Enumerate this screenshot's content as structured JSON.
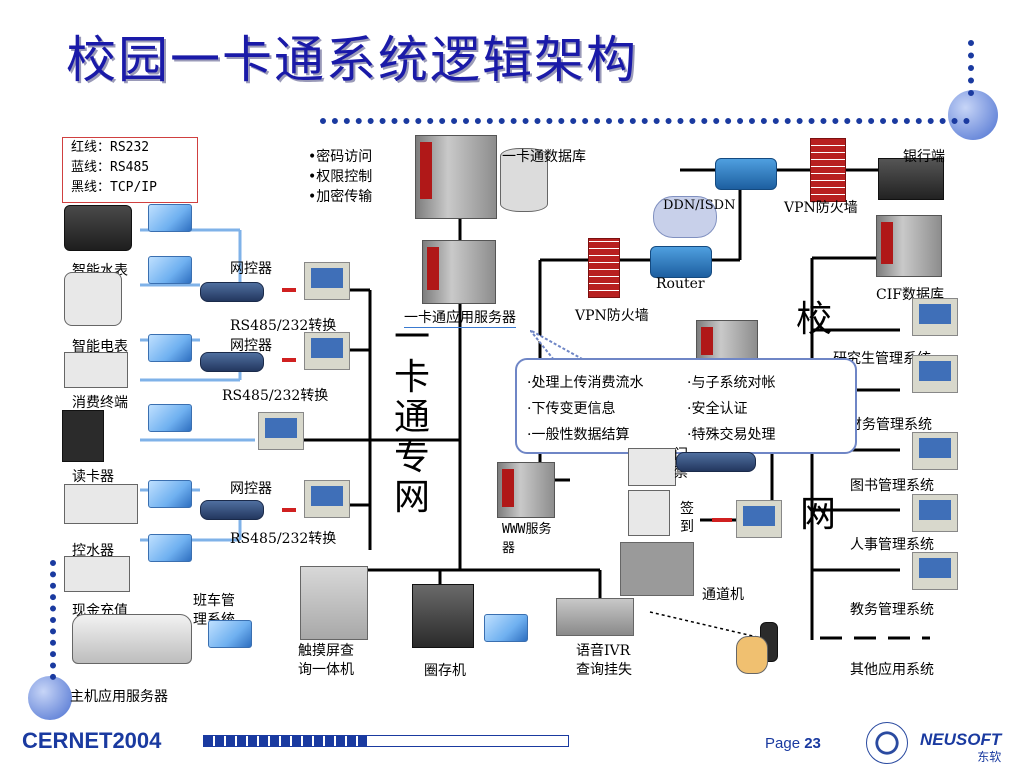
{
  "title": "校园一卡通系统逻辑架构",
  "legend": {
    "red": "红线：RS232",
    "blue": "蓝线：RS485",
    "black": "黑线：TCP/IP"
  },
  "security": [
    "•密码访问",
    "•权限控制",
    "•加密传输"
  ],
  "left_devices": {
    "water_meter": "智能水表",
    "electric_meter": "智能电表",
    "pos": "消费终端",
    "reader": "读卡器",
    "water_ctrl": "控水器",
    "cash": "现金充值",
    "host_server": "主机应用服务器",
    "bus_system": "班车管理系统"
  },
  "controllers": {
    "ctrl1": "网控器",
    "conv1": "RS485/232转换",
    "ctrl2": "网控器",
    "conv2": "RS485/232转换",
    "ctrl3": "网控器",
    "conv3": "RS485/232转换"
  },
  "center": {
    "db": "一卡通数据库",
    "app_server": "一卡通应用服务器",
    "vpn1": "VPN防火墙",
    "www": "WWW服务器",
    "network_label": "一卡通专网",
    "access": "门禁",
    "attend": "签到",
    "gate": "通道机",
    "kiosk": "触摸屏查询一体机",
    "loop": "圈存机",
    "ivr": "语音IVR查询挂失"
  },
  "right": {
    "bank": "银行端",
    "ddn": "DDN/ISDN",
    "vpn2": "VPN防火墙",
    "router": "Router",
    "cif": "CIF数据库",
    "campus_net": "校园网",
    "systems": [
      "研究生管理系统",
      "财务管理系统",
      "图书管理系统",
      "人事管理系统",
      "教务管理系统",
      "其他应用系统"
    ]
  },
  "bubble": {
    "items": [
      "·处理上传消费流水",
      "·与子系统对帐",
      "·下传变更信息",
      "·安全认证",
      "·一般性数据结算",
      "·特殊交易处理"
    ]
  },
  "footer": {
    "brand": "CERNET2004",
    "page_label": "Page",
    "page_number": "23",
    "logo_text": "NEUSOFT",
    "logo_cn": "东软"
  },
  "colors": {
    "title": "#1a1aa8",
    "rs232": "#d02020",
    "rs485": "#3a7ad0",
    "tcpip": "#000000",
    "accent": "#1a3aa0"
  },
  "progress_fraction": 0.45
}
